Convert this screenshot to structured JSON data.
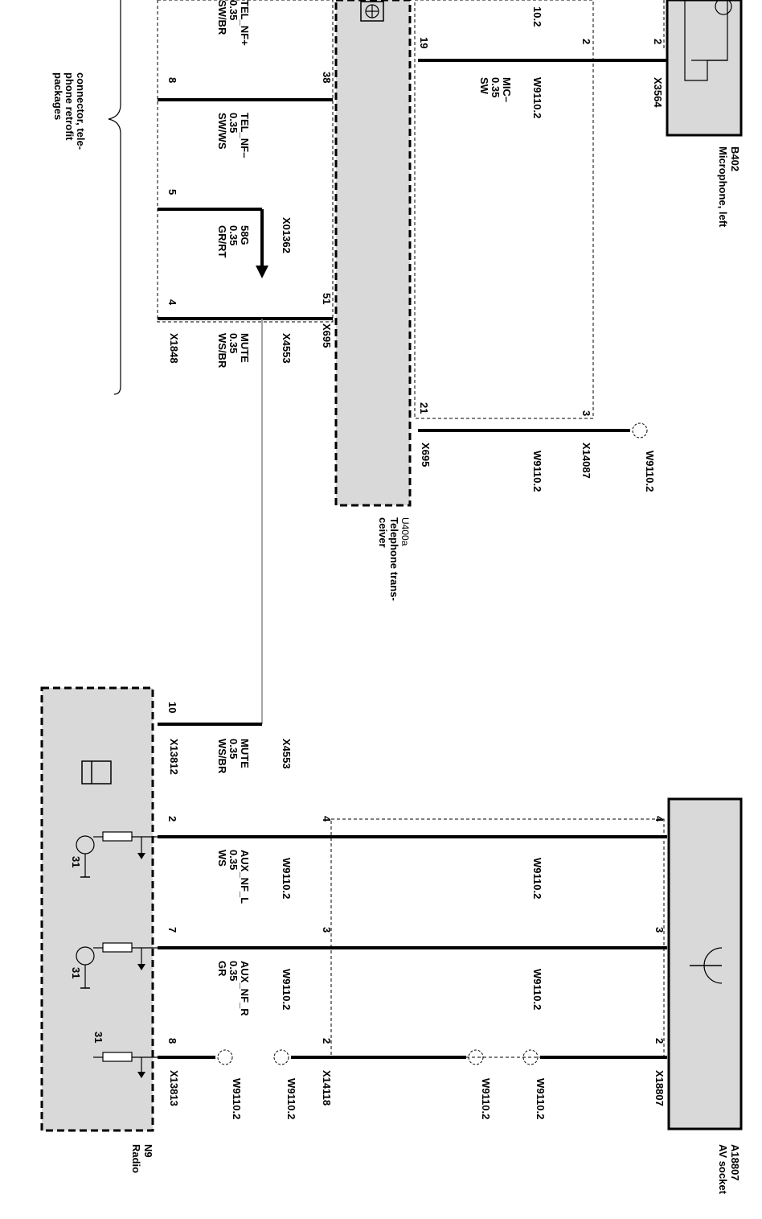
{
  "components": {
    "microphone": {
      "id": "B402",
      "name": "Microphone, left"
    },
    "transceiver": {
      "id": "U400a",
      "name_line1": "Telephone trans-",
      "name_line2": "ceiver"
    },
    "av_socket": {
      "id": "A18807",
      "name": "AV socket"
    },
    "radio": {
      "id": "N9",
      "name": "Radio"
    }
  },
  "retrofit_note": {
    "line1": "connector, tele-",
    "line2": "phone retrofit",
    "line3": "packages"
  },
  "top": {
    "pin_19": "19",
    "pin_38": "38",
    "pin_51": "51",
    "pin_21": "21",
    "pin_8": "8",
    "pin_5": "5",
    "pin_4": "4",
    "pin_2a": "2",
    "pin_2b": "2",
    "pin_3": "3",
    "conn_x3564": "X3564",
    "conn_x695a": "X695",
    "conn_x695b": "X695",
    "conn_x4553": "X4553",
    "conn_x1848": "X1848",
    "conn_x14087": "X14087",
    "conn_x01362": "X01362",
    "w_mic": "W9110.2",
    "w_x695": "W9110.2",
    "w_x14087": "W9110.2",
    "mic_wire": {
      "name": "MIC–",
      "size": "0.35",
      "color": "SW"
    },
    "tel_nf_plus": {
      "name": "TEL_NF+",
      "size": "0.35",
      "color": "SW/BR"
    },
    "tel_nf_minus": {
      "name": "TEL_NF–",
      "size": "0.35",
      "color": "SW/WS"
    },
    "w58g": {
      "name": "58G",
      "size": "0.35",
      "color": "GR/RT"
    },
    "mute": {
      "name": "MUTE",
      "size": "0.35",
      "color": "WS/BR"
    },
    "top_label": "10.2"
  },
  "bottom": {
    "pin_10": "10",
    "pin_2": "2",
    "pin_7": "7",
    "pin_8": "8",
    "pin_4a": "4",
    "pin_3a": "3",
    "pin_2a": "2",
    "pin_4b": "4",
    "pin_3b": "3",
    "pin_2b": "2",
    "conn_x4553": "X4553",
    "conn_x13812": "X13812",
    "conn_x13813": "X13813",
    "conn_x14118": "X14118",
    "conn_x18807": "X18807",
    "mute": {
      "name": "MUTE",
      "size": "0.35",
      "color": "WS/BR"
    },
    "aux_l": {
      "name": "AUX_NF_L",
      "size": "0.35",
      "color": "WS"
    },
    "aux_r": {
      "name": "AUX_NF_R",
      "size": "0.35",
      "color": "GR"
    },
    "w_l1": "W9110.2",
    "w_l2": "W9110.2",
    "w_r1": "W9110.2",
    "w_r2": "W9110.2",
    "w_13813": "W9110.2",
    "w_14118": "W9110.2",
    "w_mid": "W9110.2",
    "w_18807": "W9110.2",
    "ground_1": "31",
    "ground_2": "31",
    "ground_3": "31"
  }
}
